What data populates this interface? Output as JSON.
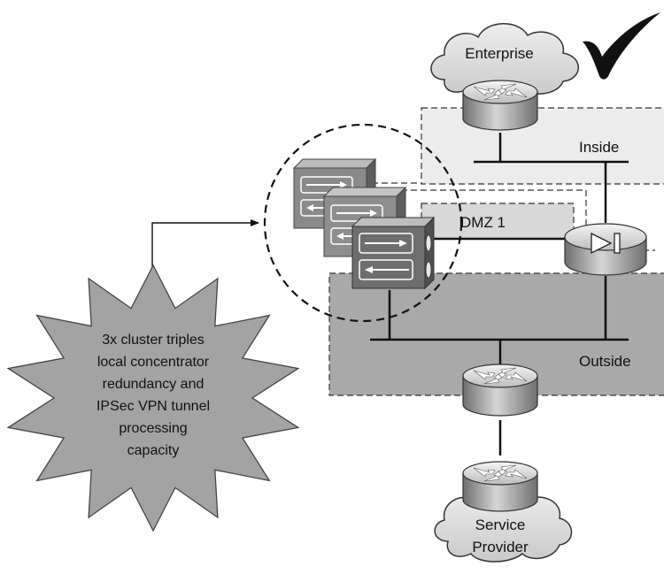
{
  "clouds": {
    "enterprise": "Enterprise",
    "service_provider_line1": "Service",
    "service_provider_line2": "Provider"
  },
  "zones": {
    "inside": "Inside",
    "dmz1": "DMZ 1",
    "outside": "Outside"
  },
  "callout": {
    "lines": [
      "3x cluster triples",
      "local concentrator",
      "redundancy and",
      "IPSec VPN tunnel",
      "processing",
      "capacity"
    ]
  },
  "icons": {
    "checkmark": "checkmark-icon",
    "router": "router-icon",
    "firewall": "firewall-icon",
    "vpn_concentrator": "vpn-concentrator-icon"
  },
  "colors": {
    "inside_zone": "#ececec",
    "dmz_zone": "#d8d8d8",
    "outside_zone": "#a9a9a9",
    "burst": "#a3a3a3",
    "cloud": "#dadada",
    "concentrator": "#7e7e7e"
  }
}
